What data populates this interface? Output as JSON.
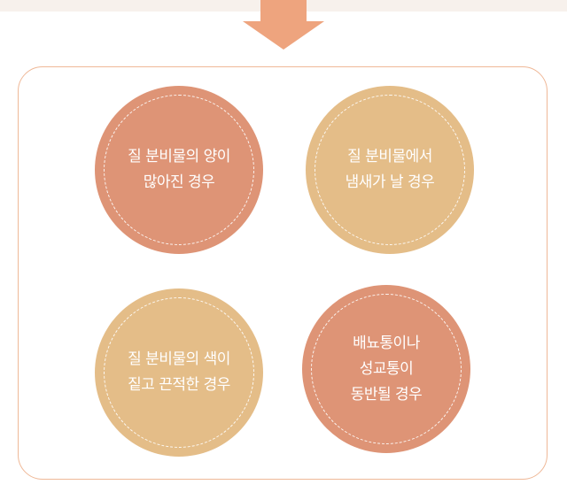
{
  "arrow": {
    "icon": "arrow-down-icon",
    "color": "#eea47e"
  },
  "panel": {
    "border_color": "#efb897"
  },
  "circles": [
    {
      "color": "#de9476",
      "lines": [
        "질 분비물의 양이",
        "많아진 경우"
      ]
    },
    {
      "color": "#e4bd88",
      "lines": [
        "질 분비물에서",
        "냄새가 날 경우"
      ]
    },
    {
      "color": "#e4bd88",
      "lines": [
        "질 분비물의 색이",
        "짙고 끈적한 경우"
      ]
    },
    {
      "color": "#de9476",
      "lines": [
        "배뇨통이나",
        "성교통이",
        "동반될 경우"
      ]
    }
  ]
}
